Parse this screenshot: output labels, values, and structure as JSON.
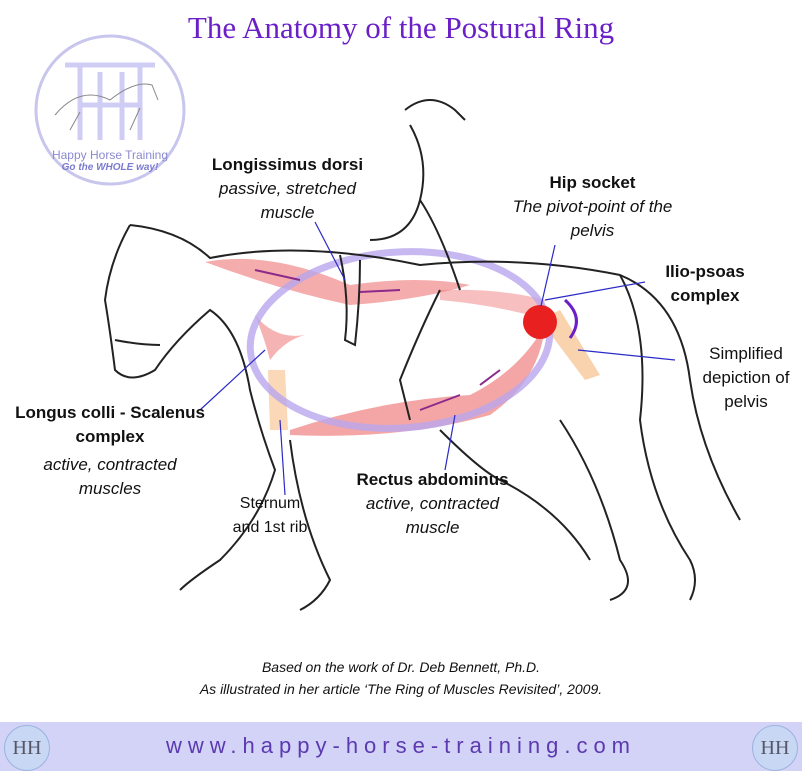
{
  "title": "The Anatomy of the Postural Ring",
  "logo": {
    "name": "Happy Horse Training",
    "tagline": "Go the WHOLE way!"
  },
  "labels": {
    "longissimus": {
      "name": "Longissimus dorsi",
      "desc1": "passive, stretched",
      "desc2": "muscle"
    },
    "hip": {
      "name": "Hip socket",
      "desc1": "The pivot-point of the",
      "desc2": "pelvis"
    },
    "iliopsoas": {
      "line1": "Ilio-psoas",
      "line2": "complex"
    },
    "pelvis": {
      "line1": "Simplified",
      "line2": "depiction of",
      "line3": "pelvis"
    },
    "longus": {
      "name1": "Longus colli - Scalenus",
      "name2": "complex",
      "desc1": "active, contracted",
      "desc2": "muscles"
    },
    "sternum": {
      "line1": "Sternum",
      "line2": "and 1st rib"
    },
    "rectus": {
      "name": "Rectus abdominus",
      "desc1": "active, contracted",
      "desc2": "muscle"
    }
  },
  "credits": {
    "line1": "Based on the work of Dr. Deb Bennett, Ph.D.",
    "line2": "As illustrated in her article ‘The Ring of Muscles Revisited’, 2009."
  },
  "footer": {
    "url": "www.happy-horse-training.com",
    "badge": "HH"
  },
  "colors": {
    "title": "#6a1fc8",
    "muscle": "#f08080",
    "ring": "#b9a6ee",
    "hip": "#e82020",
    "footer": "#d3d3f7"
  }
}
